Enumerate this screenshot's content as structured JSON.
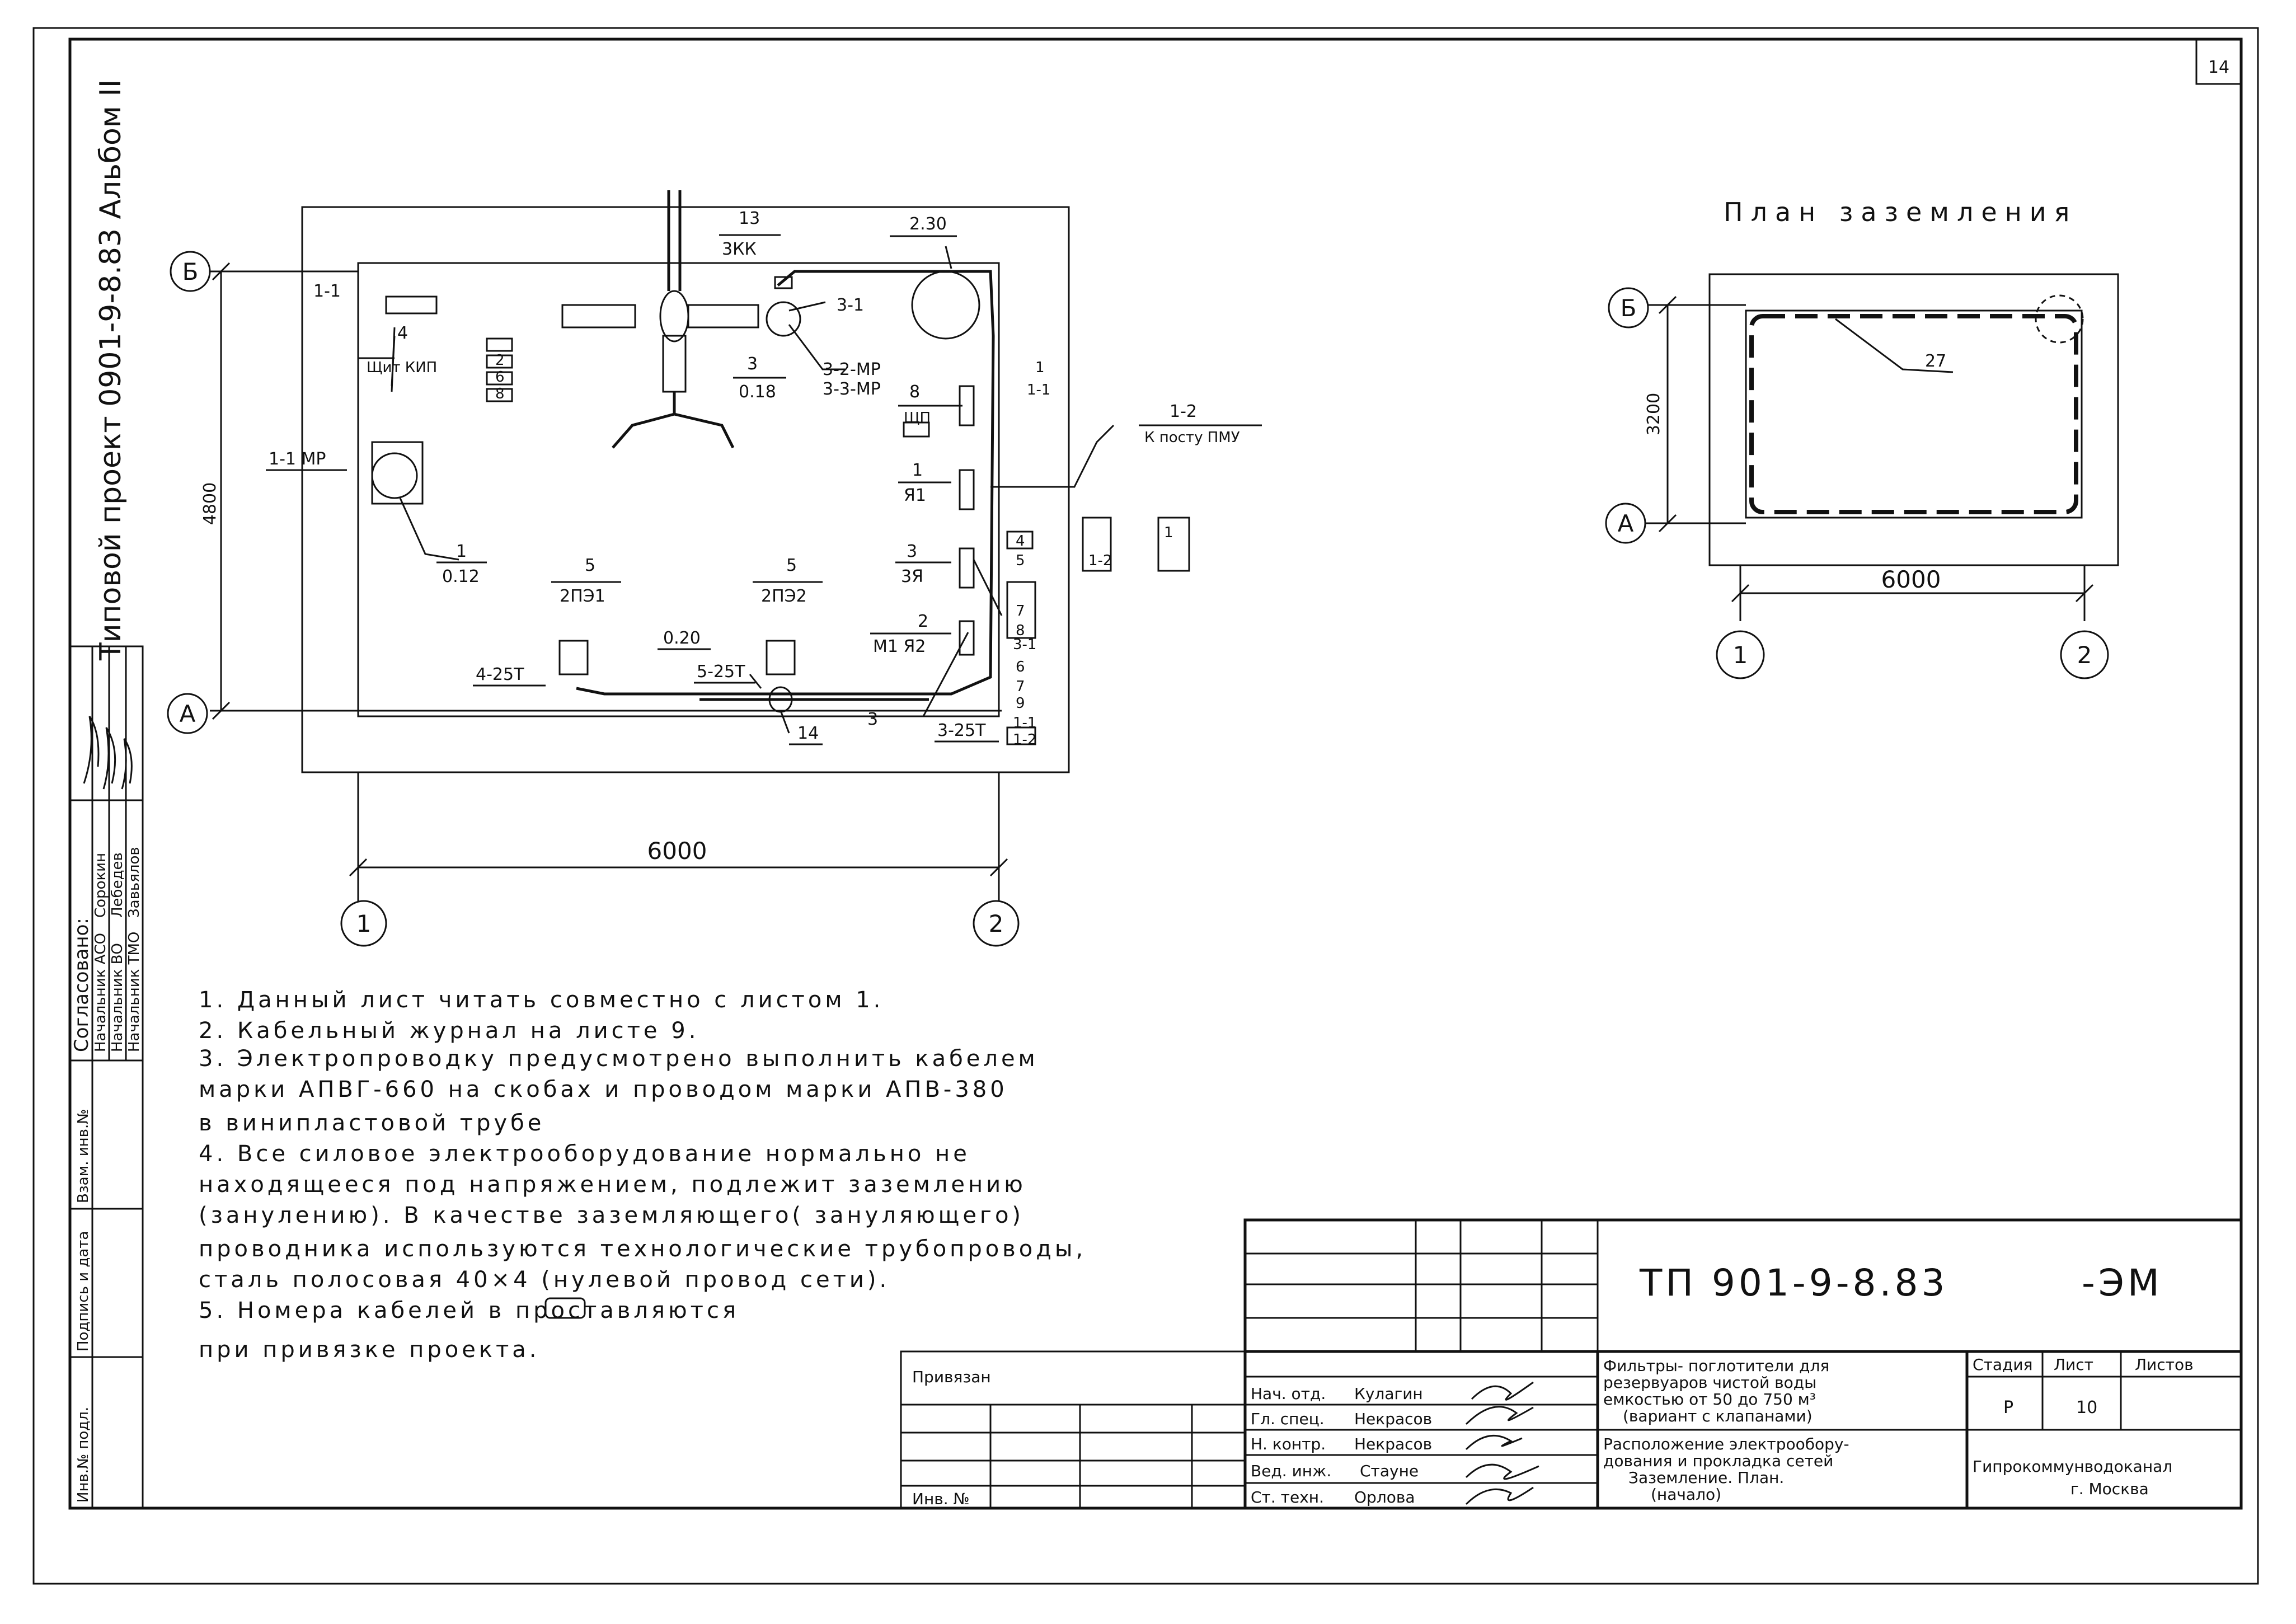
{
  "sheet": {
    "corner_number": "14",
    "project_spine": "Типовой   проект 0901-9-8.83 Альбом II"
  },
  "approval": {
    "header": "Согласовано:",
    "rows": [
      {
        "role": "Начальник АСО",
        "name": "Сорокин"
      },
      {
        "role": "Начальник ВО",
        "name": "Лебедев"
      },
      {
        "role": "Начальник ТМО",
        "name": "Завьялов"
      }
    ]
  },
  "left_stamp": {
    "cells": [
      "Взам. инв.№",
      "Подпись и дата",
      "Инв.№ подл."
    ]
  },
  "plan": {
    "axis_b": "Б",
    "axis_a": "А",
    "axis_1": "1",
    "axis_2": "2",
    "dim_width": "6000",
    "dim_height": "4800",
    "labels": {
      "l_1_1": "1-1",
      "l_4": "4",
      "l_shit_kip": "Щит КИП",
      "l_13": "13",
      "l_3kk": "3КК",
      "l_230": "2.30",
      "l_3_1": "3-1",
      "l_3": "3",
      "l_018": "0.18",
      "l_32mp": "3-2-МР",
      "l_33mp": "3-3-МР",
      "l_8": "8",
      "l_shp": "ЩП",
      "l_12": "1-2",
      "l_post": "К посту ПМУ",
      "l_1_1mp": "1-1 МР",
      "l_1": "1",
      "l_012": "0.12",
      "l_1ya1": "1",
      "l_ya1": "Я1",
      "l_3ya": "3",
      "l_3ya_b": "3Я",
      "l_5a": "5",
      "l_2pe1": "2ПЭ1",
      "l_5b": "5",
      "l_2pe2": "2ПЭ2",
      "l_020": "0.20",
      "l_4_25t": "4-25Т",
      "l_5_25t": "5-25Т",
      "l_2": "2",
      "l_m1_ya2": "М1 Я2",
      "l_14": "14",
      "l_3b": "3",
      "l_3_25t": "3-25Т",
      "l_tag_2": "2",
      "l_tag_6": "6",
      "l_tag_8": "8",
      "l_tag_11": "1-1",
      "l_tag_14": "4",
      "l_tag_15": "5",
      "l_tag_17": "7",
      "l_tag_18": "8",
      "l_tag_31": "3-1",
      "l_tag_16": "6",
      "l_tag_27": "7",
      "l_tag_39": "9",
      "l_tag_411": "1-1",
      "l_tag_412": "1-2",
      "l_tag_12b": "1-2",
      "l_tag_11b": "1",
      "l_tag_1c": "1"
    }
  },
  "grounding": {
    "title": "План   заземления",
    "axis_b": "Б",
    "axis_a": "А",
    "axis_1": "1",
    "axis_2": "2",
    "dim_width": "6000",
    "dim_height": "3200",
    "leader": "27"
  },
  "notes": [
    "1. Данный   лист   читать   совместно    с листом 1.",
    "2. Кабельный   журнал   на   листе   9.",
    "3. Электропроводку   предусмотрено   выполнить   кабелем",
    "    марки  АПВГ-660  на  скобах  и  проводом  марки  АПВ-380",
    "    в  винипластовой    трубе",
    "4. Все   силовое   электрооборудование   нормально   не",
    "    находящееся   под  напряжением,  подлежит  заземлению",
    "    (занулению).  В  качестве   заземляющего( зануляющего)",
    "    проводника   используются   технологические   трубопроводы,",
    "    сталь  полосовая  40×4  (нулевой  провод  сети).",
    "5. Номера   кабелей   в        проставляются",
    "    при   привязке   проекта."
  ],
  "title_block": {
    "doc_code": "ТП 901-9-8.83",
    "doc_suffix": "-ЭМ",
    "bound_label": "Привязан",
    "inv_label": "Инв. №",
    "roles": [
      {
        "role": "Нач. отд.",
        "name": "Кулагин"
      },
      {
        "role": "Гл. спец.",
        "name": "Некрасов"
      },
      {
        "role": "Н. контр.",
        "name": "Некрасов"
      },
      {
        "role": "Вед. инж.",
        "name": "Стауне"
      },
      {
        "role": "Ст. техн.",
        "name": "Орлова"
      }
    ],
    "description_1": [
      "Фильтры- поглотители для",
      "резервуаров чистой воды",
      "емкостью от 50 до 750 м³",
      "(вариант с клапанами)"
    ],
    "description_2": [
      "Расположение электрообору-",
      "дования и прокладка сетей",
      "Заземление. План.",
      "(начало)"
    ],
    "stage_label": "Стадия",
    "sheet_label": "Лист",
    "sheets_label": "Листов",
    "stage_value": "Р",
    "sheet_value": "10",
    "org_1": "Гипрокоммунводоканал",
    "org_2": "г. Москва"
  }
}
